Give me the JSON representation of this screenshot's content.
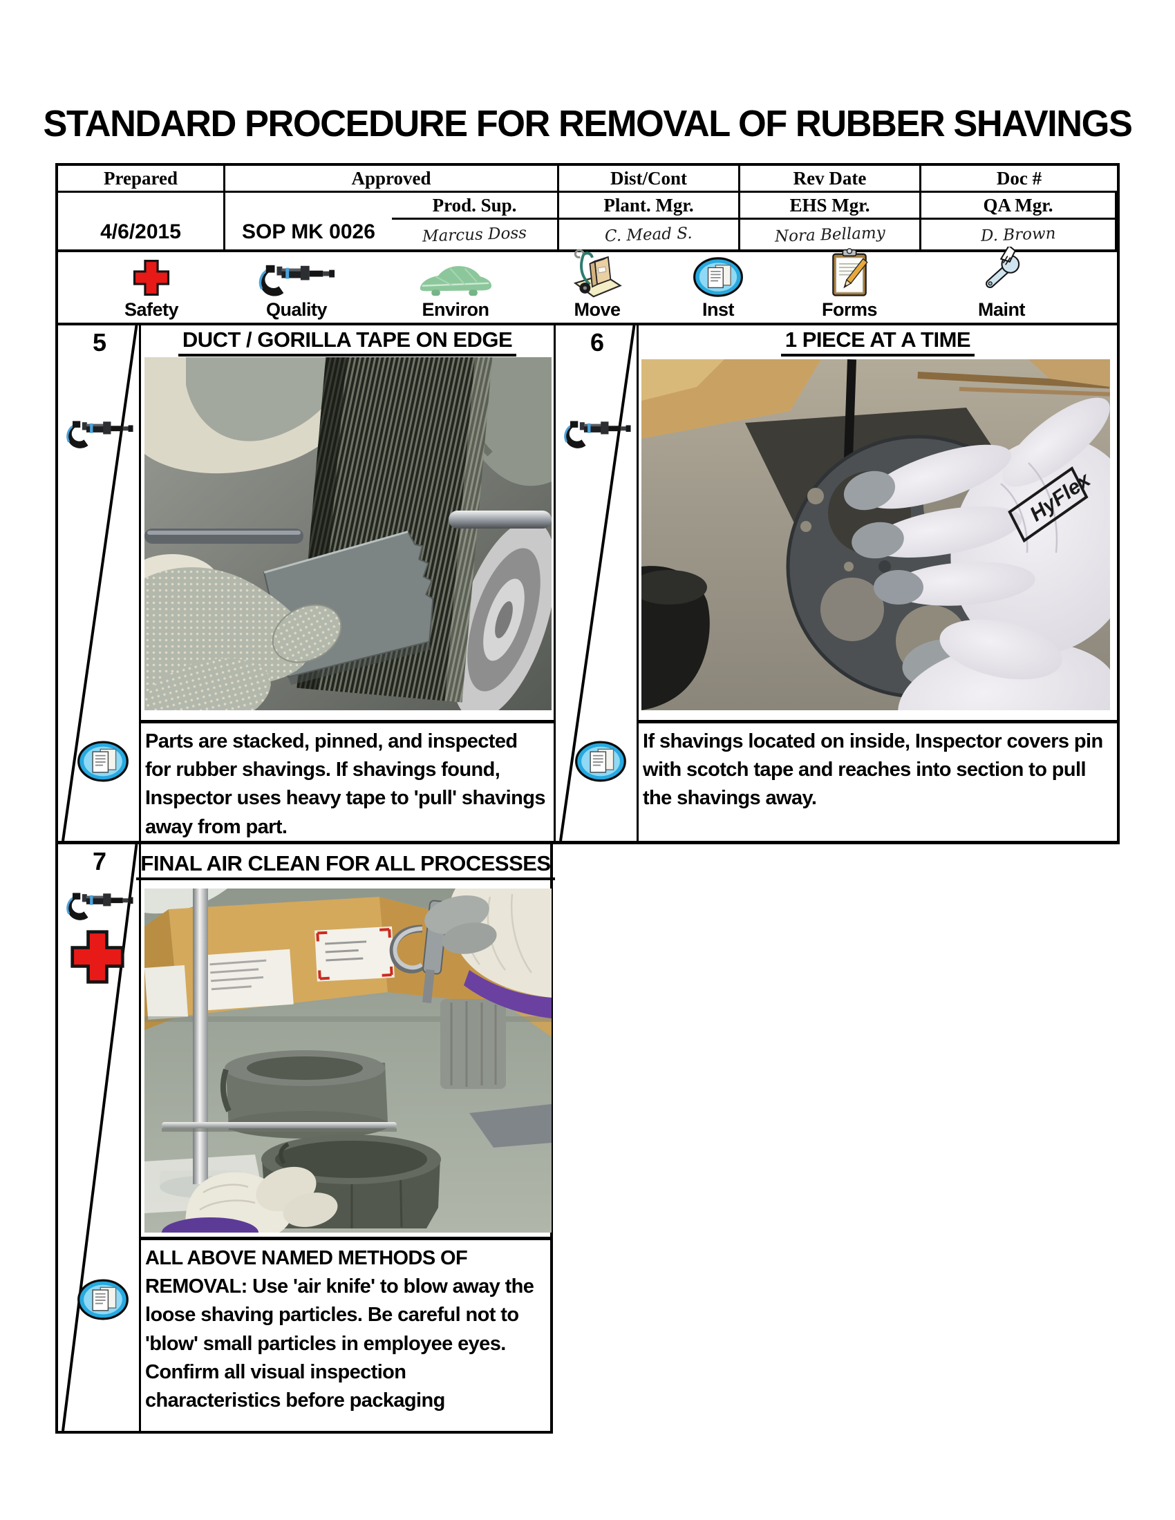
{
  "document": {
    "title": "STANDARD PROCEDURE FOR REMOVAL OF RUBBER SHAVINGS"
  },
  "approval_table": {
    "headers": {
      "prepared": "Prepared",
      "approved": "Approved",
      "dist_cont": "Dist/Cont",
      "rev_date": "Rev Date",
      "doc_num": "Doc #"
    },
    "roles": {
      "prod_sup": "Prod. Sup.",
      "plant_mgr": "Plant. Mgr.",
      "ehs_mgr": "EHS Mgr.",
      "qa_mgr": "QA Mgr."
    },
    "signatures": {
      "prod_sup": "Marcus Doss",
      "plant_mgr": "C. Mead S.",
      "ehs_mgr": "Nora Bellamy",
      "qa_mgr": "D. Brown"
    },
    "rev_date_value": "4/6/2015",
    "doc_num_value": "SOP MK 0026"
  },
  "legend": {
    "items": [
      {
        "label": "Safety",
        "icon": "red-cross-icon"
      },
      {
        "label": "Quality",
        "icon": "micrometer-icon"
      },
      {
        "label": "Environ",
        "icon": "green-leaf-car-icon"
      },
      {
        "label": "Move",
        "icon": "hand-truck-icon"
      },
      {
        "label": "Inst",
        "icon": "instruction-doc-icon"
      },
      {
        "label": "Forms",
        "icon": "clipboard-pencil-icon"
      },
      {
        "label": "Maint",
        "icon": "wrench-icon"
      }
    ]
  },
  "steps": [
    {
      "number": "5",
      "title": "DUCT / GORILLA TAPE ON EDGE",
      "description": "Parts are stacked, pinned, and inspected for rubber shavings. If shavings found, Inspector uses heavy tape to 'pull' shavings away from part.",
      "margin_icons": [
        "micrometer-icon",
        "instruction-doc-icon"
      ]
    },
    {
      "number": "6",
      "title": "1 PIECE AT A TIME",
      "description": "If shavings located on inside, Inspector covers pin with scotch tape and reaches into section to pull the shavings away.",
      "photo_glove_text": "HyFlex",
      "margin_icons": [
        "micrometer-icon",
        "instruction-doc-icon"
      ]
    },
    {
      "number": "7",
      "title": "FINAL AIR CLEAN FOR ALL PROCESSES",
      "description": "ALL ABOVE NAMED METHODS OF REMOVAL:    Use 'air knife' to blow away the loose shaving particles.  Be careful not to 'blow' small particles in employee eyes. Confirm all visual inspection characteristics before packaging",
      "margin_icons": [
        "micrometer-icon",
        "red-cross-icon",
        "instruction-doc-icon"
      ]
    }
  ],
  "colors": {
    "border_black": "#000000",
    "safety_red": "#e81a17",
    "inst_blue": "#27a9e0",
    "environ_green": "#8cc79b"
  }
}
